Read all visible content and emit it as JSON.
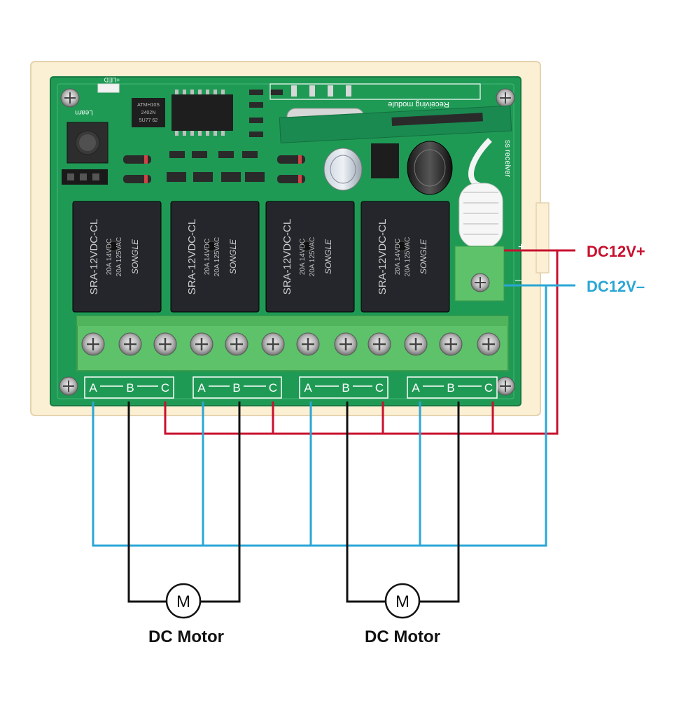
{
  "board": {
    "led_label": "+LED",
    "learn_label": "Learn",
    "receiving_module_label": "Receiving module",
    "receiver_label": "ss receiver",
    "ic1_text": "ATMH10S",
    "ic1_text2": "2402N",
    "ic1_text3": "5U77 62",
    "power_plus_mark": "+",
    "power_minus_mark": "–"
  },
  "relays": [
    {
      "brand": "SONGLE",
      "model": "SRA-12VDC-CL",
      "rating1": "20A 14VDC",
      "rating2": "20A 125VAC"
    },
    {
      "brand": "SONGLE",
      "model": "SRA-12VDC-CL",
      "rating1": "20A 14VDC",
      "rating2": "20A 125VAC"
    },
    {
      "brand": "SONGLE",
      "model": "SRA-12VDC-CL",
      "rating1": "20A 14VDC",
      "rating2": "20A 125VAC"
    },
    {
      "brand": "SONGLE",
      "model": "SRA-12VDC-CL",
      "rating1": "20A 14VDC",
      "rating2": "20A 125VAC"
    }
  ],
  "terminal_groups": [
    {
      "a": "A",
      "b": "B",
      "c": "C"
    },
    {
      "a": "A",
      "b": "B",
      "c": "C"
    },
    {
      "a": "A",
      "b": "B",
      "c": "C"
    },
    {
      "a": "A",
      "b": "B",
      "c": "C"
    }
  ],
  "power": {
    "plus_label": "DC12V+",
    "minus_label": "DC12V–",
    "plus_color": "#c8102e",
    "minus_color": "#2aa6d6"
  },
  "motors": [
    {
      "symbol": "M",
      "label": "DC Motor"
    },
    {
      "symbol": "M",
      "label": "DC Motor"
    }
  ],
  "colors": {
    "pcb": "#1f9a55",
    "case": "#fbefd4",
    "relay": "#24262b",
    "terminal": "#5dc26a",
    "wire_black": "#111111"
  }
}
